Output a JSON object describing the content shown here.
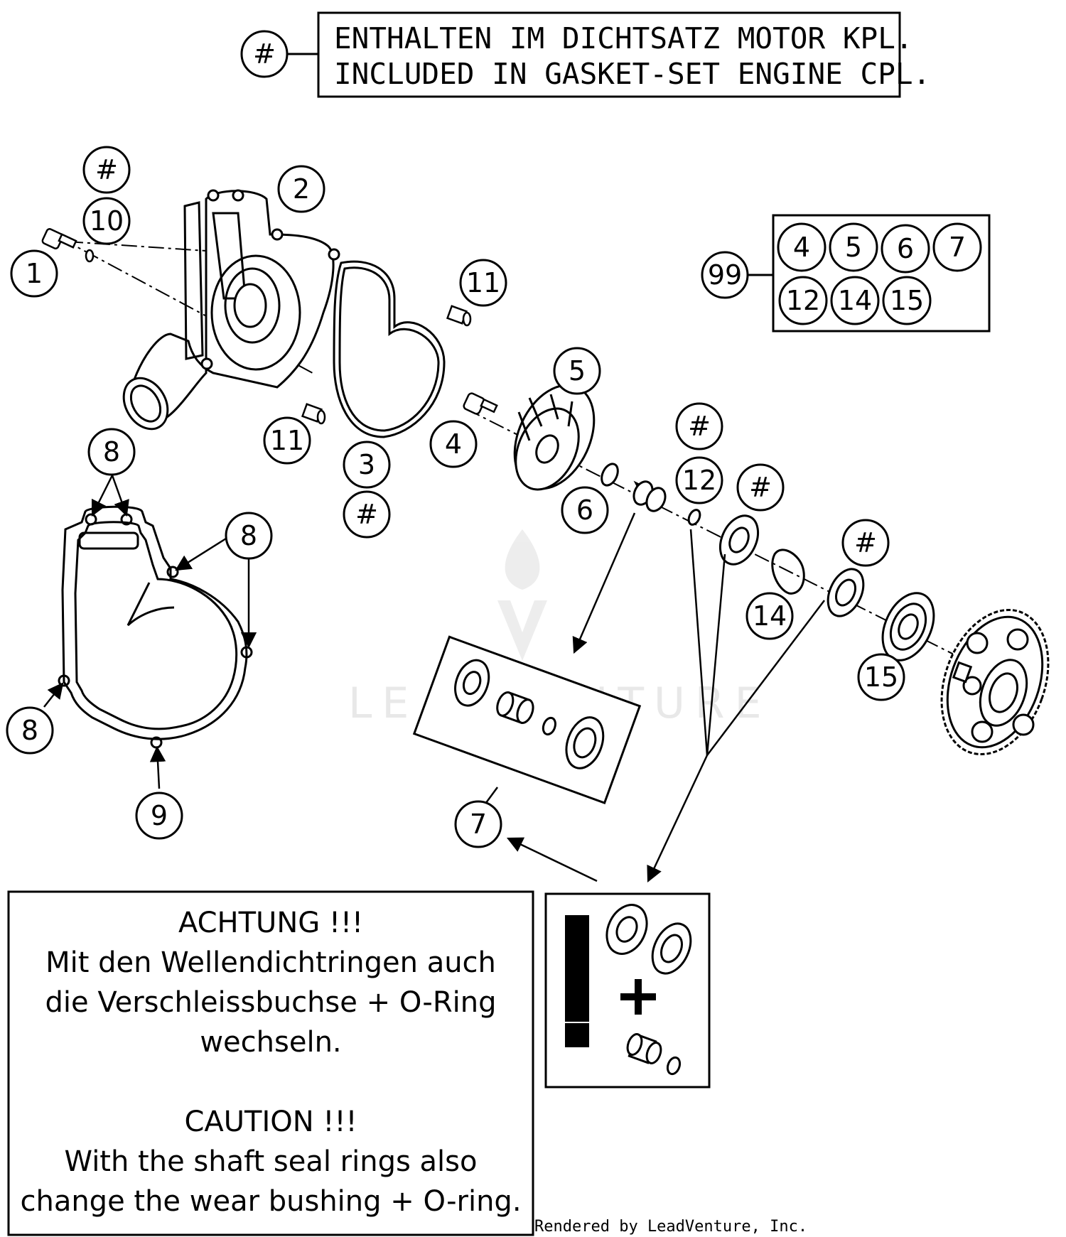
{
  "header": {
    "symbol": "#",
    "line1": "ENTHALTEN IM DICHTSATZ MOTOR KPL.",
    "line2": "INCLUDED IN GASKET-SET ENGINE CPL."
  },
  "kit": {
    "number": "99",
    "members": [
      "4",
      "5",
      "6",
      "7",
      "12",
      "14",
      "15"
    ]
  },
  "callouts": {
    "c1": "1",
    "c2": "2",
    "c3": "3",
    "c3h": "#",
    "c4": "4",
    "c5": "5",
    "c6": "6",
    "c7": "7",
    "c8a": "8",
    "c8b": "8",
    "c8c": "8",
    "c9": "9",
    "c10": "10",
    "c10h": "#",
    "c11a": "11",
    "c11b": "11",
    "c12": "12",
    "c12h": "#",
    "c13h": "#",
    "c14": "14",
    "c14h": "#",
    "c15": "15"
  },
  "warning": {
    "de_title": "ACHTUNG !!!",
    "de_line1": "Mit den Wellendichtringen auch",
    "de_line2": "die Verschleissbuchse + O-Ring",
    "de_line3": "wechseln.",
    "en_title": "CAUTION !!!",
    "en_line1": "With the shaft seal rings also",
    "en_line2": "change the wear bushing + O-ring."
  },
  "icon_box": {
    "exclaim": "!",
    "plus": "+"
  },
  "watermark": "LEADVENTURE",
  "credit": "Rendered by LeadVenture, Inc."
}
